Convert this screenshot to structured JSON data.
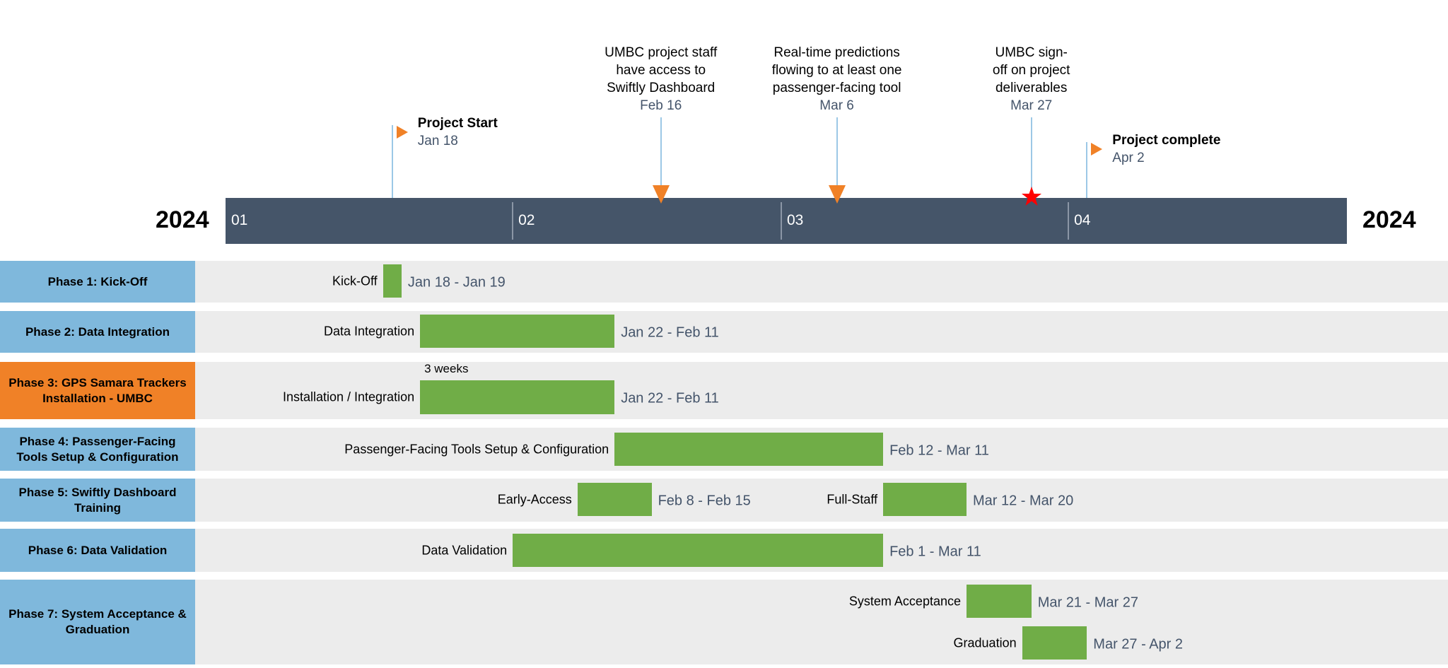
{
  "chart_data": {
    "type": "gantt",
    "year_left": "2024",
    "year_right": "2024",
    "months": [
      "01",
      "02",
      "03",
      "04"
    ],
    "axis_range": [
      "2024-01-01",
      "2024-04-30"
    ],
    "colors": {
      "timeline": "#455569",
      "task": "#70ad47",
      "phase": "#7fb8dc",
      "phase_highlight": "#f08127",
      "milestone": "#f08127",
      "star": "#ff0000",
      "date_text": "#44546a"
    },
    "milestones": [
      {
        "type": "flag",
        "label": "Project Start",
        "date": "2024-01-18",
        "date_label": "Jan 18"
      },
      {
        "type": "triangle",
        "label": "UMBC project staff\nhave access to\nSwiftly Dashboard",
        "date": "2024-02-16",
        "date_label": "Feb 16"
      },
      {
        "type": "triangle",
        "label": "Real-time predictions\nflowing to at least one\npassenger-facing tool",
        "date": "2024-03-06",
        "date_label": "Mar 6"
      },
      {
        "type": "star",
        "label": "UMBC sign-\noff on project\ndeliverables",
        "date": "2024-03-27",
        "date_label": "Mar 27"
      },
      {
        "type": "flag",
        "label": "Project complete",
        "date": "2024-04-02",
        "date_label": "Apr 2"
      }
    ],
    "phases": [
      {
        "label": "Phase 1: Kick-Off",
        "highlight": false,
        "tasks": [
          {
            "label": "Kick-Off",
            "start": "2024-01-18",
            "end": "2024-01-19",
            "date_label": "Jan 18 - Jan 19"
          }
        ]
      },
      {
        "label": "Phase 2: Data Integration",
        "highlight": false,
        "tasks": [
          {
            "label": "Data Integration",
            "start": "2024-01-22",
            "end": "2024-02-11",
            "date_label": "Jan 22 - Feb 11"
          }
        ]
      },
      {
        "label": "Phase 3: GPS Samara Trackers Installation - UMBC",
        "highlight": true,
        "tasks": [
          {
            "label": "Installation / Integration",
            "start": "2024-01-22",
            "end": "2024-02-11",
            "date_label": "Jan 22 - Feb 11",
            "note": "3 weeks"
          }
        ]
      },
      {
        "label": "Phase 4: Passenger-Facing Tools Setup & Configuration",
        "highlight": false,
        "tasks": [
          {
            "label": "Passenger-Facing Tools Setup & Configuration",
            "start": "2024-02-12",
            "end": "2024-03-11",
            "date_label": "Feb 12 - Mar 11"
          }
        ]
      },
      {
        "label": "Phase 5: Swiftly Dashboard Training",
        "highlight": false,
        "tasks": [
          {
            "label": "Early-Access",
            "start": "2024-02-08",
            "end": "2024-02-15",
            "date_label": "Feb 8 - Feb 15"
          },
          {
            "label": "Full-Staff",
            "start": "2024-03-12",
            "end": "2024-03-20",
            "date_label": "Mar 12 - Mar 20"
          }
        ]
      },
      {
        "label": "Phase 6: Data Validation",
        "highlight": false,
        "tasks": [
          {
            "label": "Data Validation",
            "start": "2024-02-01",
            "end": "2024-03-11",
            "date_label": "Feb 1 - Mar 11"
          }
        ]
      },
      {
        "label": "Phase 7: System Acceptance & Graduation",
        "highlight": false,
        "tasks": [
          {
            "label": "System Acceptance",
            "start": "2024-03-21",
            "end": "2024-03-27",
            "date_label": "Mar 21 - Mar 27"
          },
          {
            "label": "Graduation",
            "start": "2024-03-27",
            "end": "2024-04-02",
            "date_label": "Mar 27 - Apr 2"
          }
        ]
      }
    ]
  }
}
